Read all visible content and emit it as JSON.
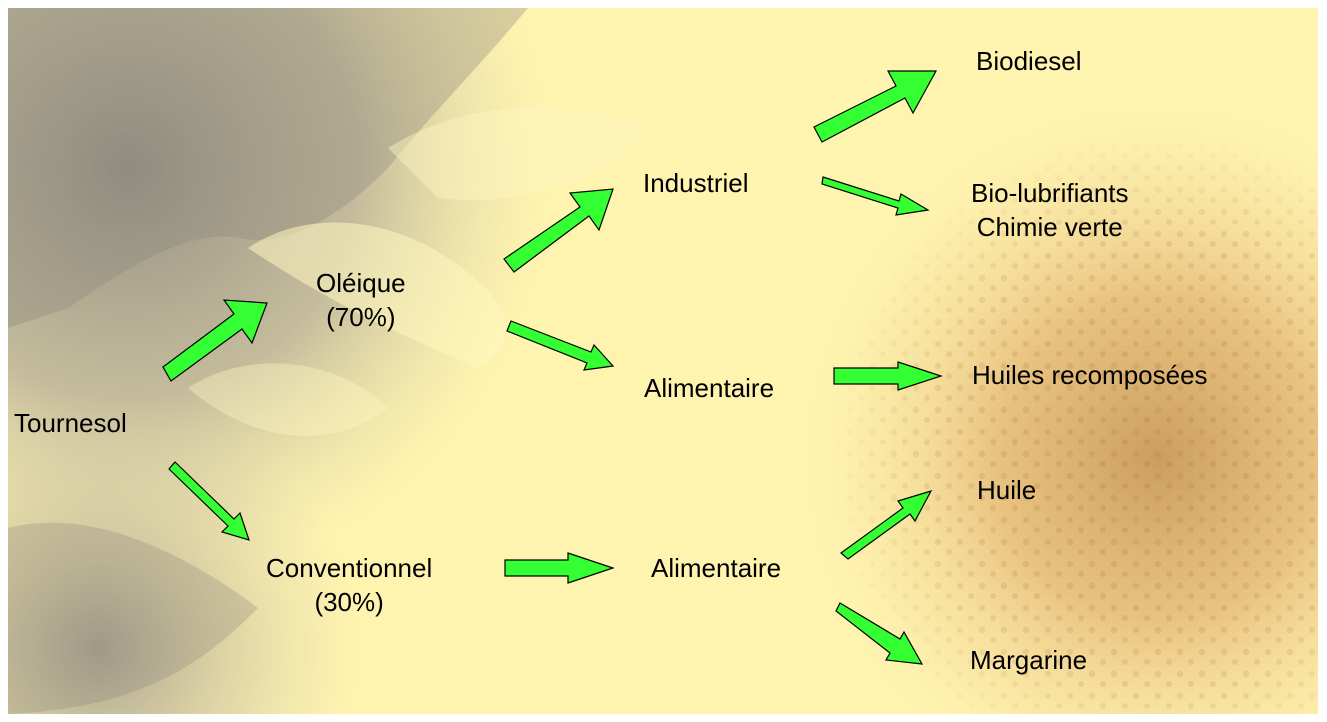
{
  "nodes": {
    "tournesol": "Tournesol",
    "oleique": {
      "line1": "Oléique",
      "line2": "(70%)"
    },
    "conventionnel": {
      "line1": "Conventionnel",
      "line2": "(30%)"
    },
    "industriel": "Industriel",
    "alimentaire_oleique": "Alimentaire",
    "alimentaire_conventionnel": "Alimentaire",
    "biodiesel": "Biodiesel",
    "biolubrifiants": {
      "line1": "Bio-lubrifiants",
      "line2": "Chimie verte"
    },
    "huiles_recomposees": "Huiles recomposées",
    "huile": "Huile",
    "margarine": "Margarine"
  },
  "colors": {
    "arrow_fill": "#33ff33",
    "arrow_stroke": "#000000",
    "background_base": "#fff3b0",
    "sunflower_center": "#d9a860",
    "cloud_gray": "#9c9484"
  }
}
